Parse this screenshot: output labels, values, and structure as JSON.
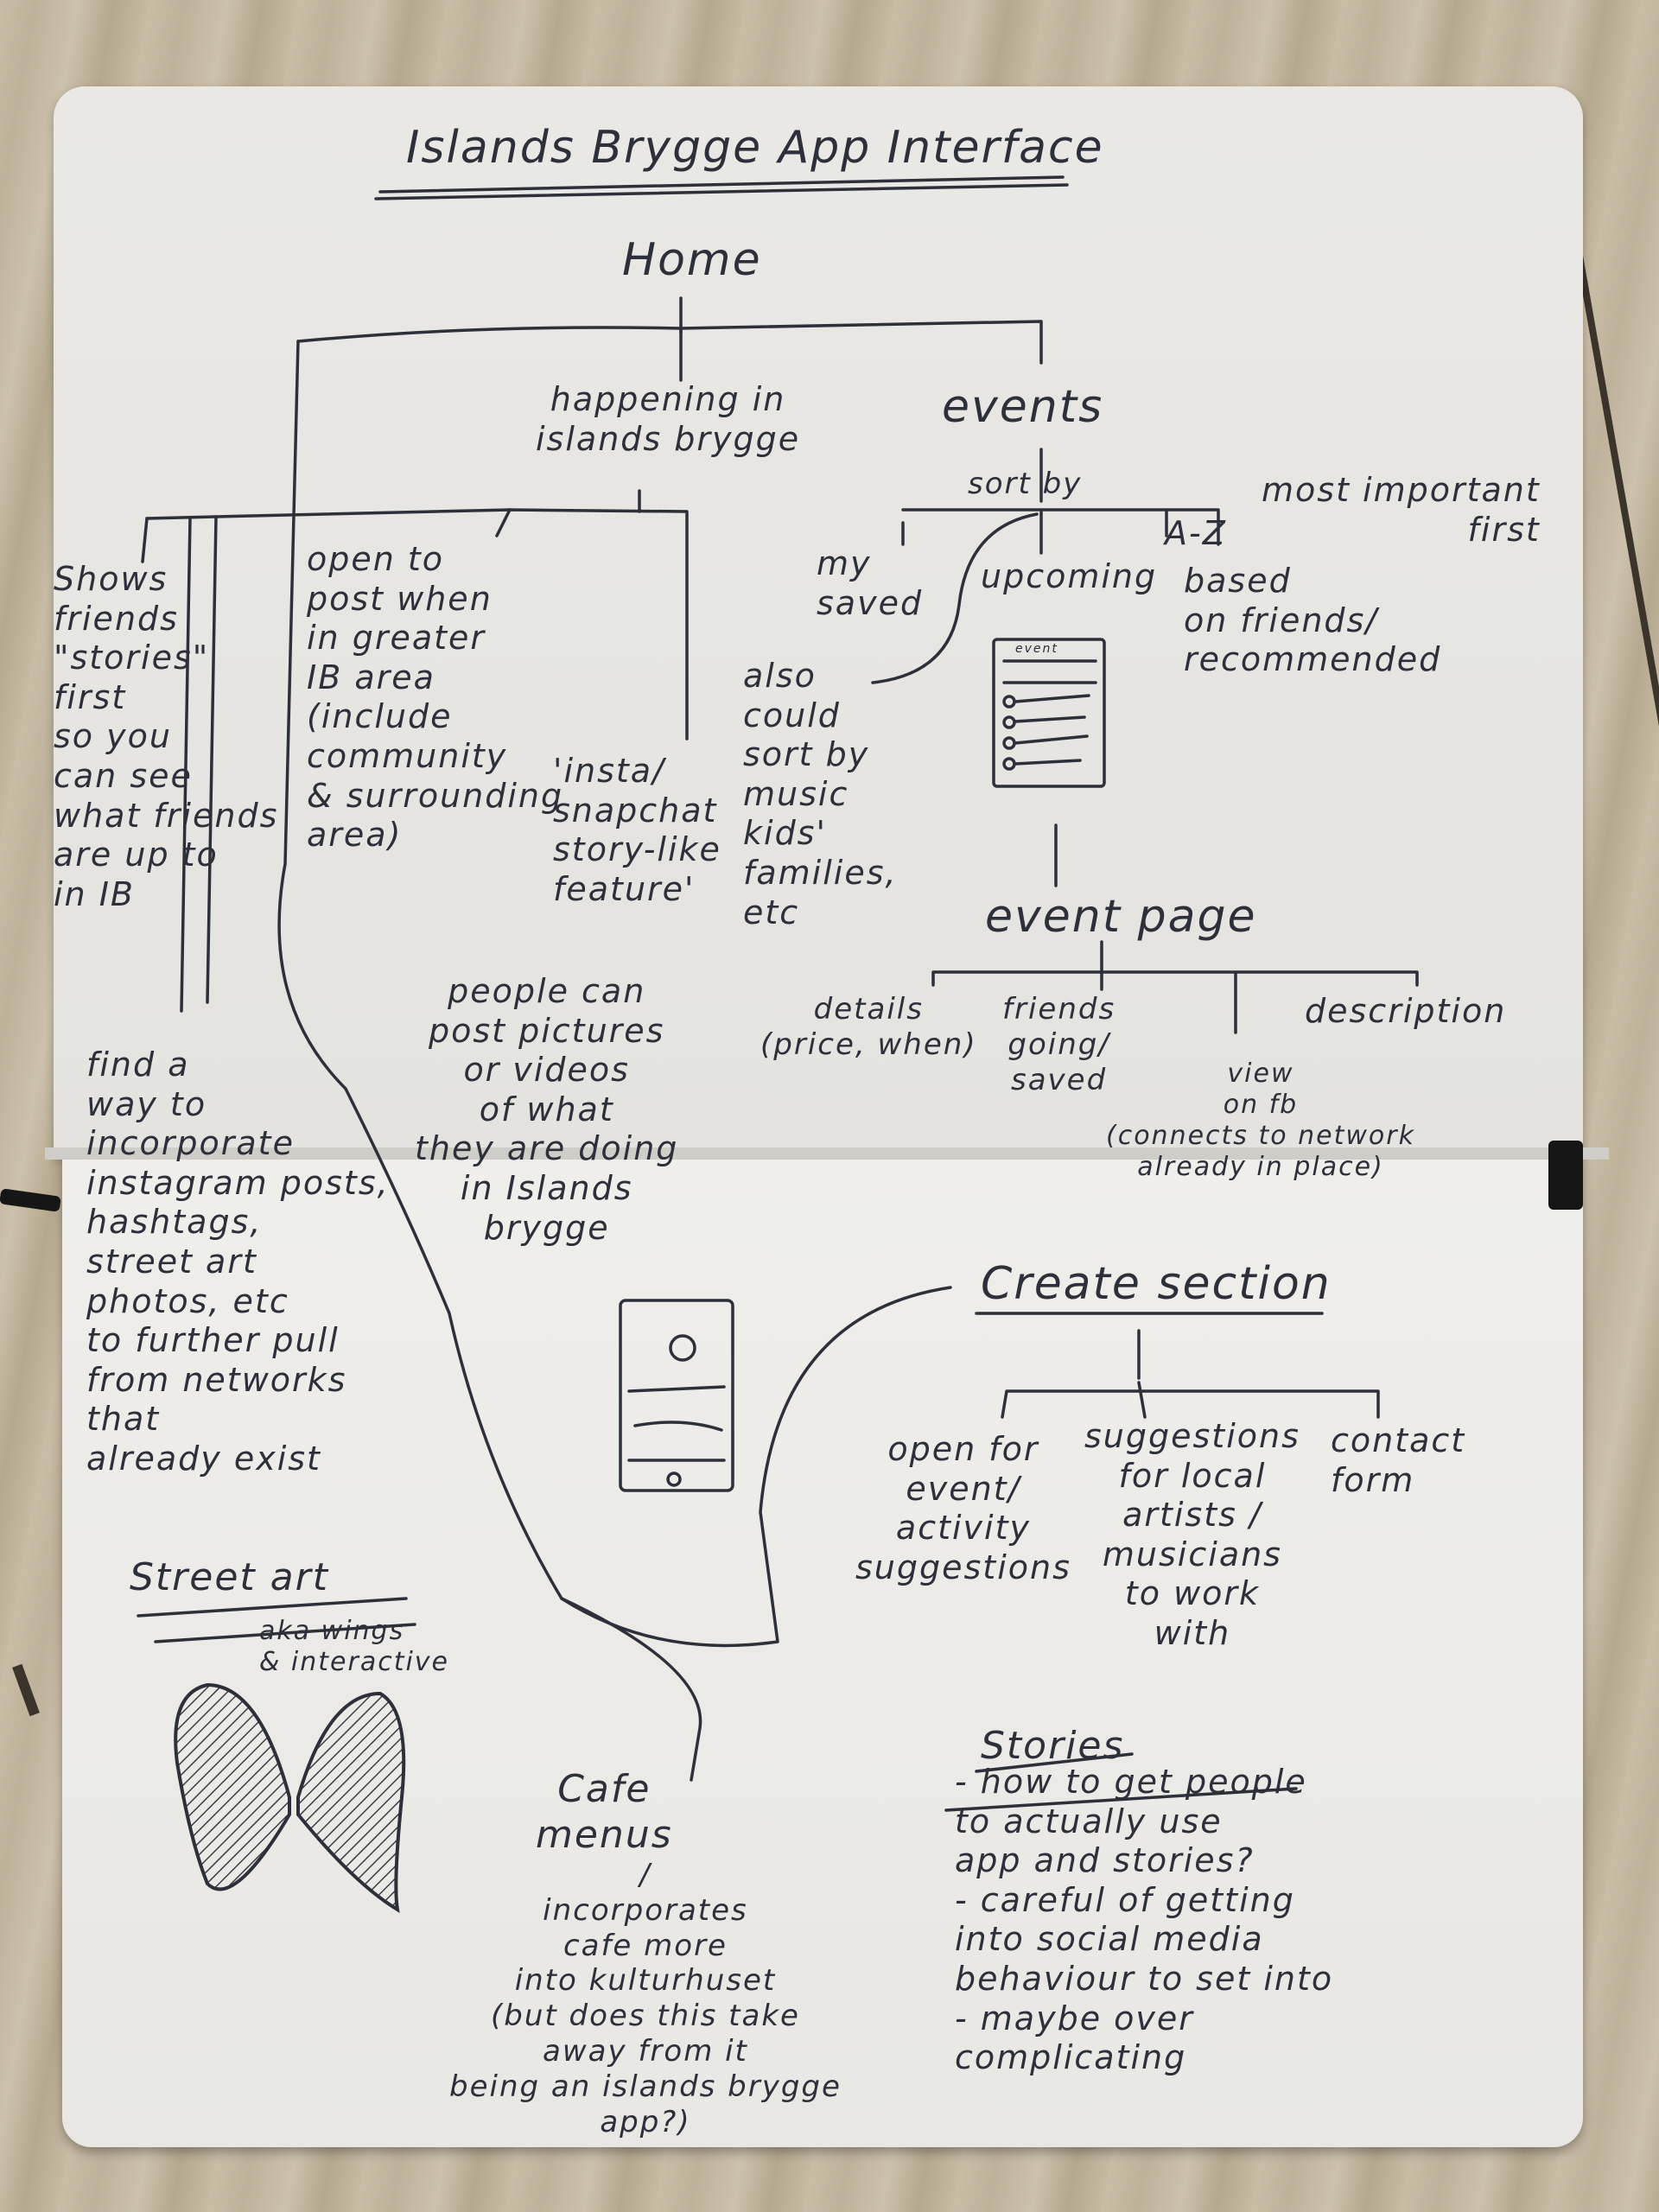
{
  "title": "Islands Brygge App Interface",
  "home": "Home",
  "happening": "happening in\nislands brygge",
  "events": "events",
  "sort_by": "sort by",
  "sort_options": {
    "my_saved": "my\nsaved",
    "upcoming": "upcoming",
    "a_z": "A-Z",
    "based_on_friends": "based\non friends/\nrecommended",
    "most_important": "most important\nfirst"
  },
  "also_sort": "also\ncould\nsort by\nmusic\nkids'\nfamilies,\netc",
  "event_list_mock_label": "event",
  "shows_friends": "Shows\nfriends\n\"stories\"\nfirst\nso you\ncan see\nwhat friends\nare up to\nin IB",
  "open_to": "open to\npost when\nin greater\nIB area\n(include\ncommunity\n& surrounding\narea)",
  "insta": "'insta/\nsnapchat\nstory-like\nfeature'",
  "people_can_post": "people can\npost pictures\nor videos\nof what\nthey are doing\nin Islands\nbrygge",
  "event_page": "event page",
  "event_page_children": {
    "details": "details\n(price, when)",
    "friends": "friends\ngoing/\nsaved",
    "view_on_fb": "view\non fb\n(connects to network\nalready in place)",
    "description": "description"
  },
  "find_a_way": "find a\nway to\nincorporate\ninstagram posts,\nhashtags,\nstreet art\nphotos, etc\nto further pull\nfrom networks\nthat\nalready exist",
  "street_art": "Street art",
  "aka_wings": "aka wings\n& interactive",
  "create_section": "Create section",
  "create_children": {
    "open_for": "open for\nevent/\nactivity\nsuggestions",
    "suggestions": "suggestions\nfor local\nartists /\nmusicians\nto work\nwith",
    "contact": "contact\nform"
  },
  "cafe_menus": "Cafe\nmenus",
  "cafe_note": "/\nincorporates\ncafe more\ninto kulturhuset\n(but does this take\naway from it\nbeing an islands brygge\napp?)",
  "stories_heading": "Stories",
  "stories_notes": "- how to get people\nto actually use\napp and stories?\n- careful of getting\ninto social media\nbehaviour to set into\n- maybe over\ncomplicating"
}
